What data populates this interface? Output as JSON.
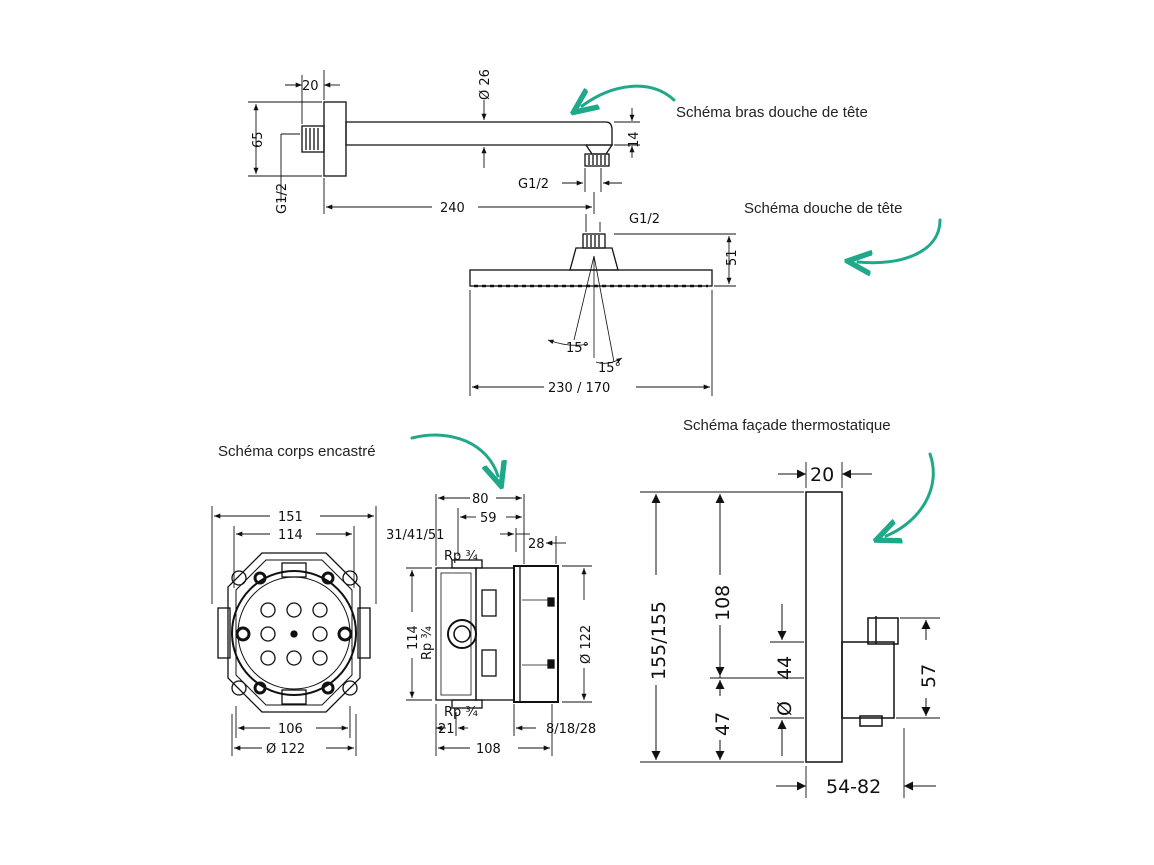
{
  "captions": {
    "arm": "Schéma bras douche de tête",
    "head": "Schéma douche de tête",
    "body": "Schéma corps encastré",
    "facade": "Schéma façade thermostatique"
  },
  "arm_dims": {
    "flange": "20",
    "diameter": "Ø 26",
    "height": "65",
    "thickness": "14",
    "thread_wall": "G1/2",
    "thread_outlet": "G1/2",
    "length": "240"
  },
  "head_dims": {
    "thread": "G1/2",
    "height": "51",
    "angle_a": "15°",
    "angle_b": "15°",
    "width": "230 / 170"
  },
  "body_front_dims": {
    "outer": "151",
    "inner": "114",
    "bottom_inner": "106",
    "bottom_diameter": "Ø 122"
  },
  "body_side_dims": {
    "top_total": "80",
    "top_depth": "59",
    "top_variants": "31/41/51",
    "right_top": "28",
    "rp_top": "Rp ¾",
    "rp_mid": "Rp ¾",
    "rp_bottom": "Rp ¾",
    "left_height": "114",
    "right_diameter": "Ø 122",
    "bottom_left": "21",
    "bottom_total": "108",
    "bottom_variants": "8/18/28"
  },
  "facade_dims": {
    "top": "20",
    "total_height": "155/155",
    "upper_height": "108",
    "knob_height": "44",
    "lower_height": "47",
    "knob_symbol": "Ø",
    "right_height": "57",
    "depth": "54-82"
  },
  "colors": {
    "accent_arrow": "#1fa88a",
    "line": "#111111"
  }
}
